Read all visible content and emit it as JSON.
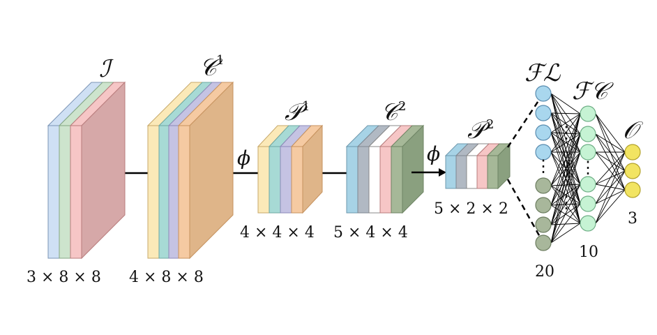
{
  "colors": {
    "blue": "#cfe0f4",
    "green": "#cde4cd",
    "pink": "#f6c6c6",
    "red_face": "#d6a8a8",
    "yellow": "#fbe9b8",
    "teal": "#a7dad5",
    "lavender": "#c5c3e3",
    "orange": "#f5caa2",
    "orange_face": "#dfb589",
    "sky": "#a7d3e6",
    "slate": "#b1b9c3",
    "white": "#ffffff",
    "olive": "#a6b898",
    "olive_face": "#8aa07f",
    "node_blue": "#a9d7ee",
    "node_olive": "#a8b79b",
    "node_green": "#c6f3d4",
    "node_yellow": "#f2e462"
  },
  "blocks": {
    "input": {
      "symbol": "ℐ",
      "superscript": "",
      "dims": "3 × 8 × 8"
    },
    "conv1": {
      "symbol": "𝒞",
      "superscript": "1",
      "dims": "4 × 8 × 8"
    },
    "pool1": {
      "symbol": "𝒫",
      "superscript": "1",
      "dims": "4 × 4 × 4"
    },
    "conv2": {
      "symbol": "𝒞",
      "superscript": "2",
      "dims": "5 × 4 × 4"
    },
    "pool2": {
      "symbol": "𝒫",
      "superscript": "2",
      "dims": "5 × 2 × 2"
    }
  },
  "activations": {
    "phi1": "ϕ",
    "phi2": "ϕ"
  },
  "layers": {
    "flatten": {
      "label": "ℱℒ",
      "count": "20"
    },
    "fc": {
      "label": "ℱ𝒞",
      "count": "10"
    },
    "output": {
      "label": "𝒪",
      "count": "3"
    }
  },
  "ellipsis": "⋮"
}
